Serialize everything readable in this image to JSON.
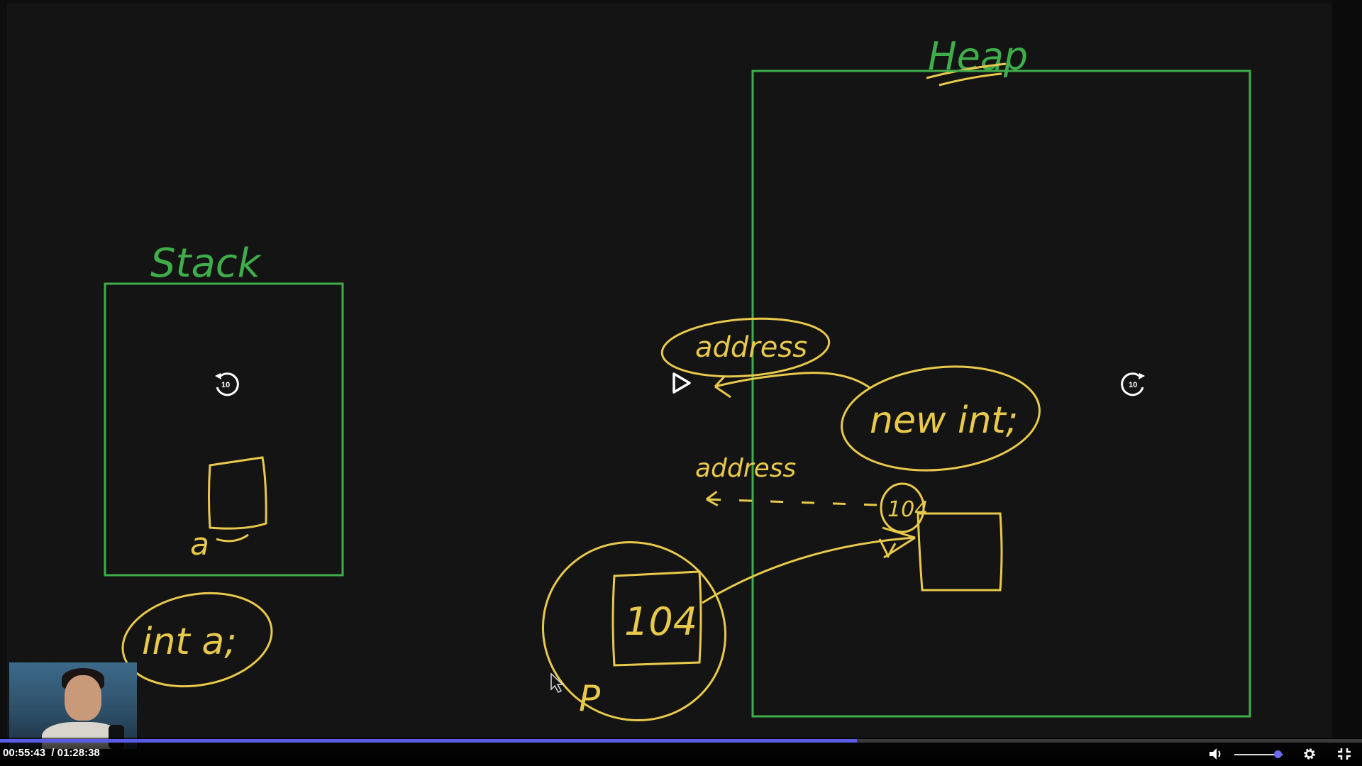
{
  "board": {
    "stack_label": "Stack",
    "heap_label": "Heap",
    "decl_text": "int a;",
    "var_a": "a",
    "address_top": "address",
    "new_int_text": "new int;",
    "address_bottom": "address",
    "circle_value": "104",
    "pointer_value": "104",
    "pointer_name": "P",
    "ink_green": "#3fae4a",
    "ink_yellow": "#e8c94c"
  },
  "player": {
    "current_time": "00:55:43",
    "total_time": "/ 01:28:38",
    "progress": 0.629,
    "volume": 0.9,
    "accent": "#5b5be8",
    "rewind_seconds": "10",
    "forward_seconds": "10",
    "icons": {
      "play": "play-icon",
      "rewind": "rewind-10-icon",
      "forward": "forward-10-icon",
      "volume": "volume-icon",
      "settings": "gear-icon",
      "exit_fullscreen": "exit-fullscreen-icon"
    }
  }
}
